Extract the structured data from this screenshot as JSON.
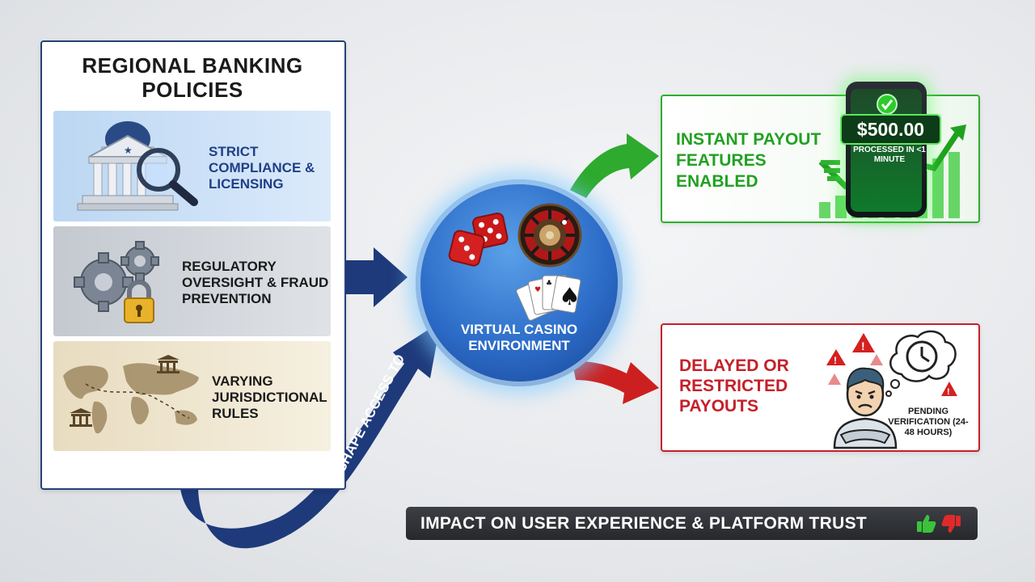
{
  "panel": {
    "title": "REGIONAL BANKING POLICIES",
    "items": [
      {
        "label": "STRICT COMPLIANCE & LICENSING",
        "icon": "bank-magnifier-icon"
      },
      {
        "label": "REGULATORY OVERSIGHT & FRAUD PREVENTION",
        "icon": "gears-lock-icon"
      },
      {
        "label": "VARYING JURISDICTIONAL RULES",
        "icon": "world-map-icon"
      }
    ]
  },
  "arrow_label": "SHAPE ACCESS TO",
  "center": {
    "label": "VIRTUAL CASINO ENVIRONMENT",
    "icons": [
      "dice-icon",
      "roulette-icon",
      "cards-icon"
    ]
  },
  "outcomes": {
    "instant": {
      "label": "INSTANT PAYOUT FEATURES ENABLED",
      "amount": "$500.00",
      "processed": "PROCESSED IN <1 MINUTE",
      "color": "#23a023"
    },
    "delayed": {
      "label": "DELAYED OR RESTRICTED PAYOUTS",
      "pending": "PENDING VERIFICATION (24-48 HOURS)",
      "color": "#c5202a"
    }
  },
  "banner": {
    "text": "IMPACT ON USER EXPERIENCE & PLATFORM TRUST",
    "icons": [
      "thumbs-up-icon",
      "thumbs-down-icon"
    ]
  },
  "colors": {
    "navy": "#1e3a7b",
    "green": "#23a023",
    "red": "#c5202a"
  }
}
